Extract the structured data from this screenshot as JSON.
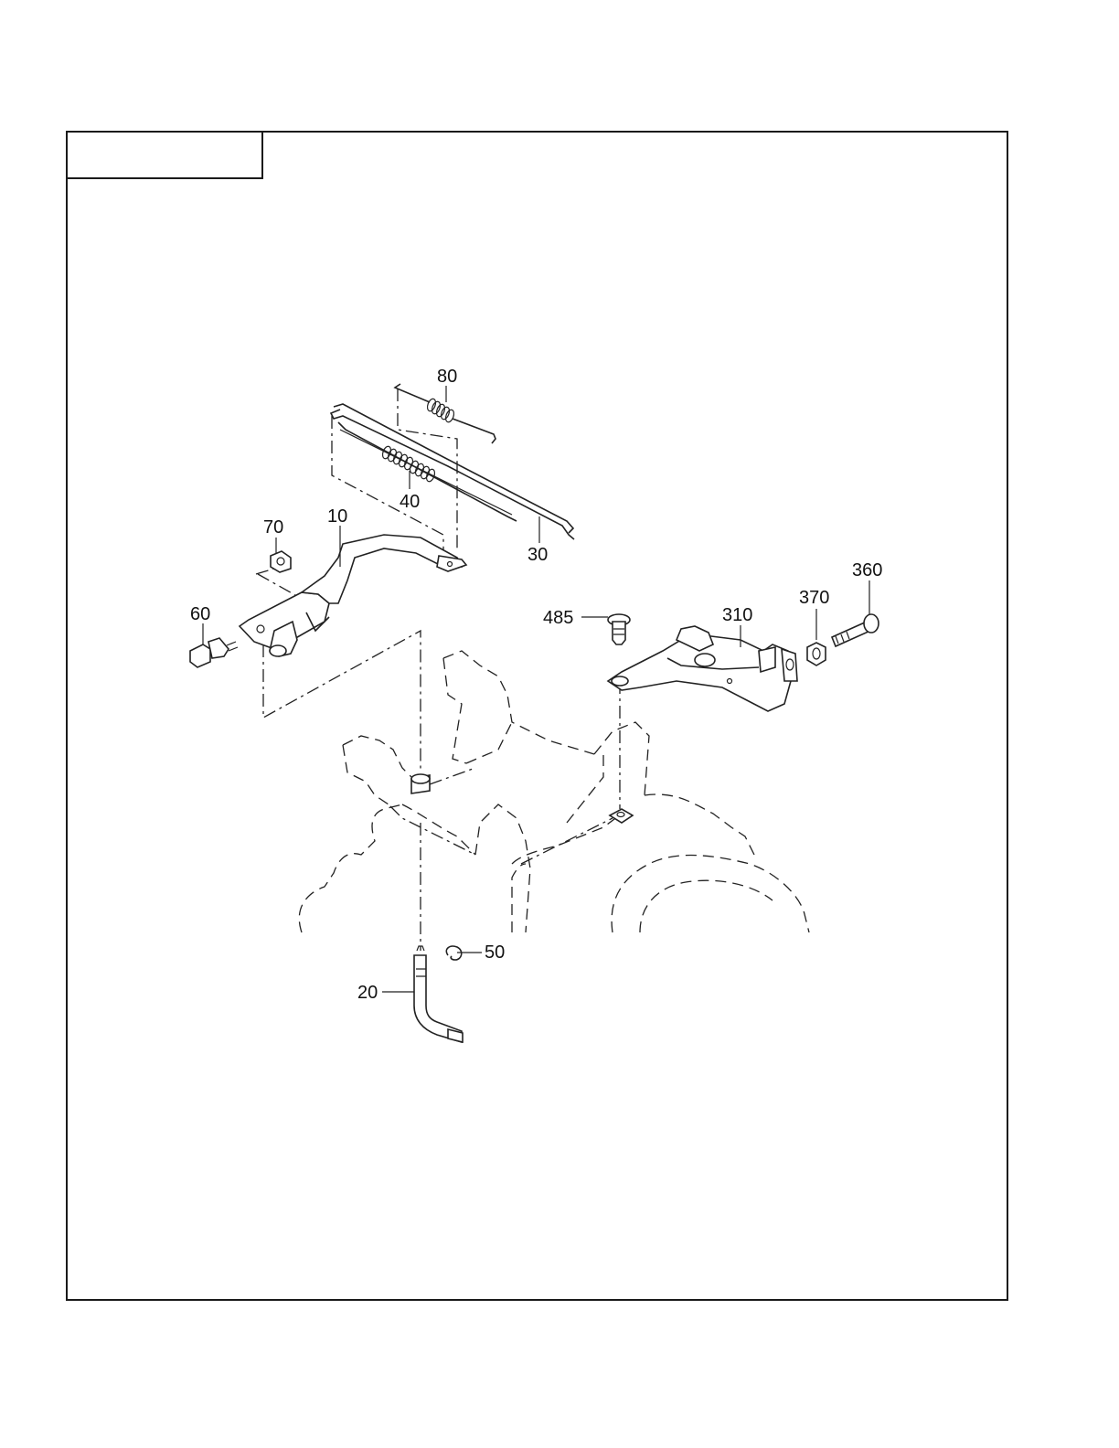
{
  "header": {
    "title_box_text": ""
  },
  "parts": [
    {
      "id": "p10",
      "label": "10"
    },
    {
      "id": "p20",
      "label": "20"
    },
    {
      "id": "p30",
      "label": "30"
    },
    {
      "id": "p40",
      "label": "40"
    },
    {
      "id": "p50",
      "label": "50"
    },
    {
      "id": "p60",
      "label": "60"
    },
    {
      "id": "p70",
      "label": "70"
    },
    {
      "id": "p80",
      "label": "80"
    },
    {
      "id": "p310",
      "label": "310"
    },
    {
      "id": "p360",
      "label": "360"
    },
    {
      "id": "p370",
      "label": "370"
    },
    {
      "id": "p485",
      "label": "485"
    }
  ]
}
